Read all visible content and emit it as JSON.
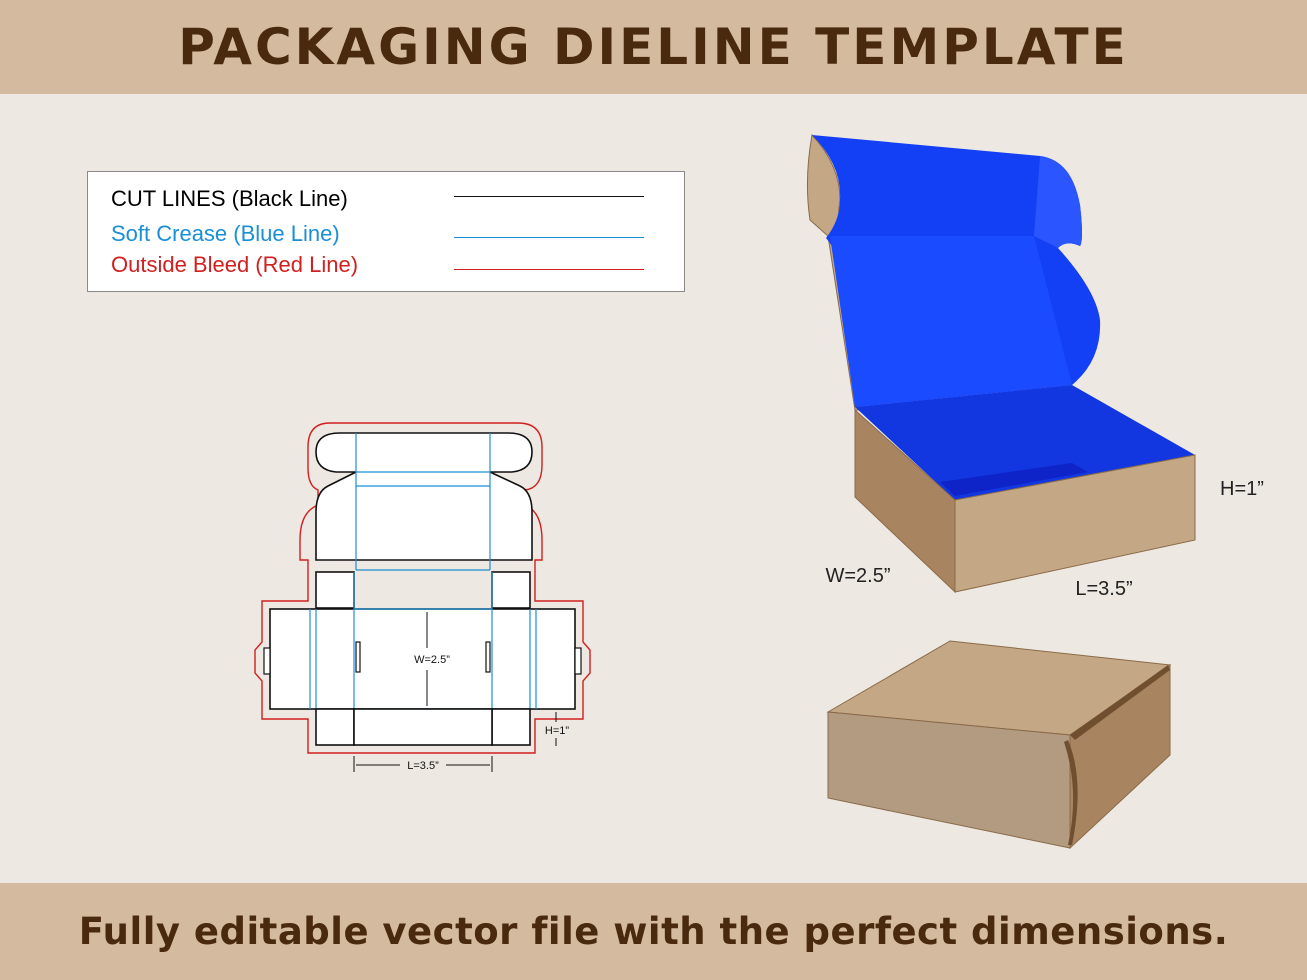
{
  "header": {
    "title": "PACKAGING DIELINE TEMPLATE"
  },
  "footer": {
    "text": "Fully editable vector file with the perfect dimensions."
  },
  "legend": [
    {
      "label": "CUT LINES (Black Line)",
      "color": "#111111"
    },
    {
      "label": "Soft Crease (Blue Line)",
      "color": "#1a8fd6"
    },
    {
      "label": "Outside Bleed (Red Line)",
      "color": "#d21f1f"
    }
  ],
  "dieline": {
    "width_label": "W=2.5”",
    "length_label": "L=3.5”",
    "height_label": "H=1”"
  },
  "box3d": {
    "height_label": "H=1”",
    "width_label": "W=2.5”",
    "length_label": "L=3.5”"
  },
  "colors": {
    "background": "#ede8e1",
    "band": "#d4bb9f",
    "dark_text": "#4a2a0f",
    "kraft": "#c4a886",
    "interior_blue": "#1440f5"
  }
}
